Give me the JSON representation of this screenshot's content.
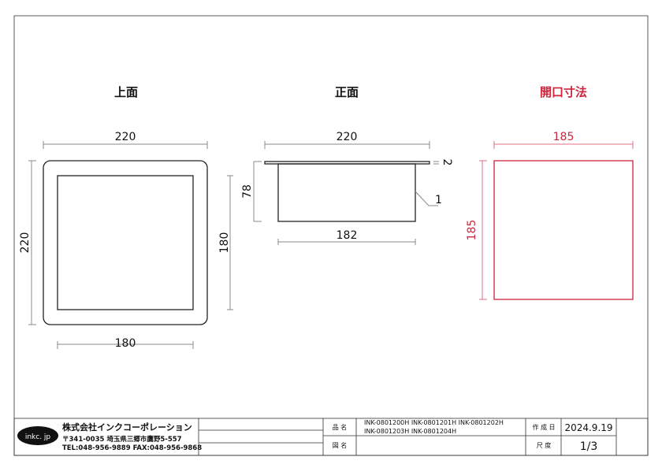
{
  "colors": {
    "accent": "#d0243c",
    "line": "#222222",
    "dim": "#888888"
  },
  "views": {
    "top": {
      "title": "上面",
      "width": "220",
      "height": "220",
      "inner_w": "180",
      "inner_h": "180"
    },
    "front": {
      "title": "正面",
      "width": "220",
      "height": "78",
      "body_w": "182",
      "flange": "2",
      "label": "1"
    },
    "opening": {
      "title": "開口寸法",
      "width": "185",
      "height": "185"
    }
  },
  "title_block": {
    "logo": "inkc. jp",
    "company": "株式会社インクコーポレーション",
    "address": "〒341-0035 埼玉県三郷市鷹野5-557",
    "contact": "TEL:048-956-9889  FAX:048-956-9868",
    "product_label": "品 名",
    "product_line1": "INK-0801200H  INK-0801201H  INK-0801202H",
    "product_line2": "INK-0801203H  INK-0801204H",
    "drawing_label": "図 名",
    "drawing_value": "",
    "date_label": "作 成 日",
    "date": "2024.9.19",
    "scale_label": "尺 度",
    "scale": "1/3"
  }
}
